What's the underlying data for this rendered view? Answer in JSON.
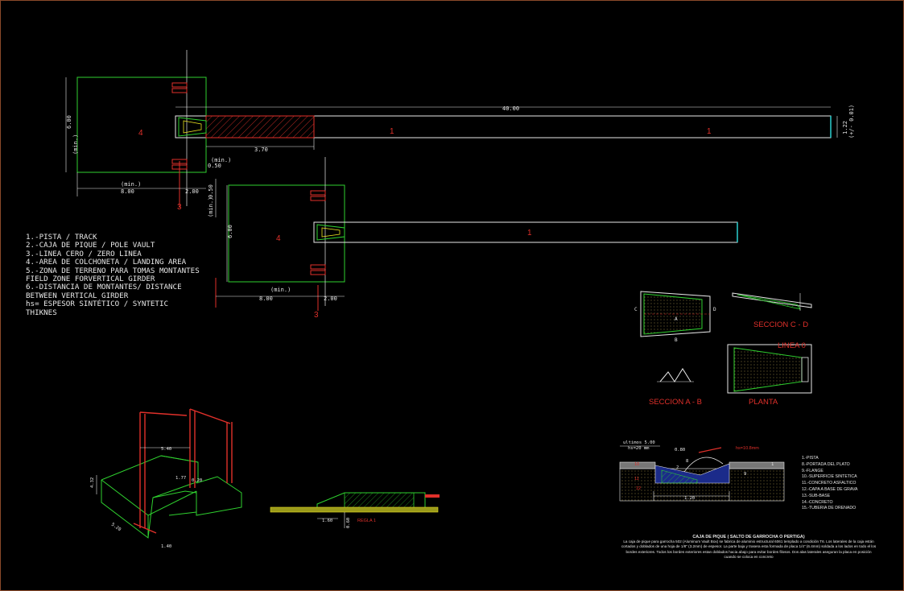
{
  "plan": {
    "dim_total": "40.00",
    "dim_track_width": "1.22",
    "dim_tolerance": "(+/- 0.01)",
    "dim_box_len": "3.70",
    "dim_width_a": "6.00",
    "dim_width_b": "6.00",
    "dim_len_a": "8.00",
    "dim_len_b": "8.00",
    "dim_gap_a": "2.00",
    "dim_gap_b": "2.00",
    "dim_girder": "0.50",
    "dim_small": "0.50",
    "min": "(min.)",
    "label_track": "1",
    "label_landing": "4",
    "label_zero": "3"
  },
  "legend": [
    "1.-PISTA / TRACK",
    "2.-CAJA DE PIQUE / POLE VAULT",
    "3.-LINEA CERO / ZERO LINEA",
    "4.-AREA DE COLCHONETA / LANDING AREA",
    "5.-ZONA DE TERRENO PARA TOMAS MONTANTES",
    "FIELD ZONE FORVERTICAL GIRDER",
    "6.-DISTANCIA DE MONTANTES/ DISTANCE BETWEEN VERTICAL GIRDER",
    "hs= ESPESOR SINTÉTICO / SYNTETIC THIKNES"
  ],
  "details": {
    "seccion_cd": "SECCION C - D",
    "linea_0": "LINEA 0",
    "seccion_ab": "SECCION A - B",
    "planta": "PLANTA",
    "c": "C",
    "d": "D",
    "a": "A",
    "b": "B"
  },
  "iso": {
    "dim_top": "5.40",
    "dim_side": "4.32",
    "dim_base": "5.20",
    "dim_mid": "1.77",
    "dim_small": "0.20",
    "dim_front": "1.40"
  },
  "elevation": {
    "dim": "1.60",
    "dim_v": "0.60",
    "ref": "REGLA 1"
  },
  "section": {
    "top_dim": "ultimos 5.00",
    "top_dim2": "hs=20 mm",
    "dim_angle": "0.80",
    "dim_hs": "hs=10.8mm",
    "dim_bottom": "1.20",
    "tags": [
      "10",
      "8",
      "1",
      "9",
      "11",
      "12",
      "2"
    ]
  },
  "materials": [
    "1.-PISTA",
    "8.-PORTADA DEL PLATO",
    "9.-FLANGE",
    "10.-SUPERFICIE SINTETICA",
    "11.-CONCRETO ASFALTICO",
    "12.-CAPA A BASE DE GRAVA",
    "13.-SUB-BASE",
    "14.-CONCRETO",
    "15.-TUBERIA DE DRENADO"
  ],
  "notes": {
    "title": "CAJA DE PIQUE ( SALTO DE GARROCHA O PERTIGA)",
    "body": "La caja de pique para garrocha 502 (Aluminum Vault Box) se fabrica de aluminio estructural 6061 templado a condición T6. Los laterales de la caja están cortados y doblados de una hoja de 1/8\" (3.2mm) de espesor. La parte baja y trasera esta formada de placa 1/4\" (6.4mm) soldada a los lados en todo el los bordes exteriores. Todos los bordes exteriores estan doblados hacia abajo para evitar bordes filosos. Dos alas laterales aseguran la placa en posición cuando se coloca en concreto"
  },
  "colors": {
    "green": "#2fd12f",
    "red": "#e0302a",
    "white": "#e8e8e8",
    "yellow": "#e8e020",
    "cyan": "#2ad0d0",
    "frame": "#8a4a2a"
  }
}
